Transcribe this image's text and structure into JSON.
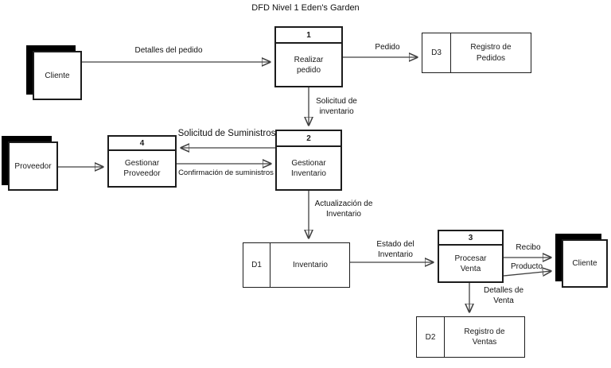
{
  "title": "DFD Nivel 1 Eden's Garden",
  "entities": {
    "cliente_left": {
      "label": "Cliente"
    },
    "proveedor": {
      "label": "Proveedor"
    },
    "cliente_right": {
      "label": "Cliente"
    }
  },
  "processes": {
    "p1": {
      "number": "1",
      "name": "Realizar\npedido"
    },
    "p2": {
      "number": "2",
      "name": "Gestionar\nInventario"
    },
    "p3": {
      "number": "3",
      "name": "Procesar\nVenta"
    },
    "p4": {
      "number": "4",
      "name": "Gestionar\nProveedor"
    }
  },
  "datastores": {
    "d1": {
      "id": "D1",
      "name": "Inventario"
    },
    "d2": {
      "id": "D2",
      "name": "Registro de\nVentas"
    },
    "d3": {
      "id": "D3",
      "name": "Registro de\nPedidos"
    }
  },
  "flows": {
    "detalles_pedido": "Detalles del pedido",
    "pedido": "Pedido",
    "solicitud_inventario": "Solicitud de\ninventario",
    "solicitud_suministros": "Solicitud de Suministros",
    "confirmacion_suministros": "Confirmación de suministros",
    "actualizacion_inventario": "Actualización de\nInventario",
    "estado_inventario": "Estado del\nInventario",
    "recibo": "Recibo",
    "producto": "Producto",
    "detalles_venta": "Detalles de\nVenta"
  },
  "colors": {
    "line": "#404040",
    "border": "#1c1c1c",
    "shadow": "#000000",
    "background": "#ffffff"
  }
}
